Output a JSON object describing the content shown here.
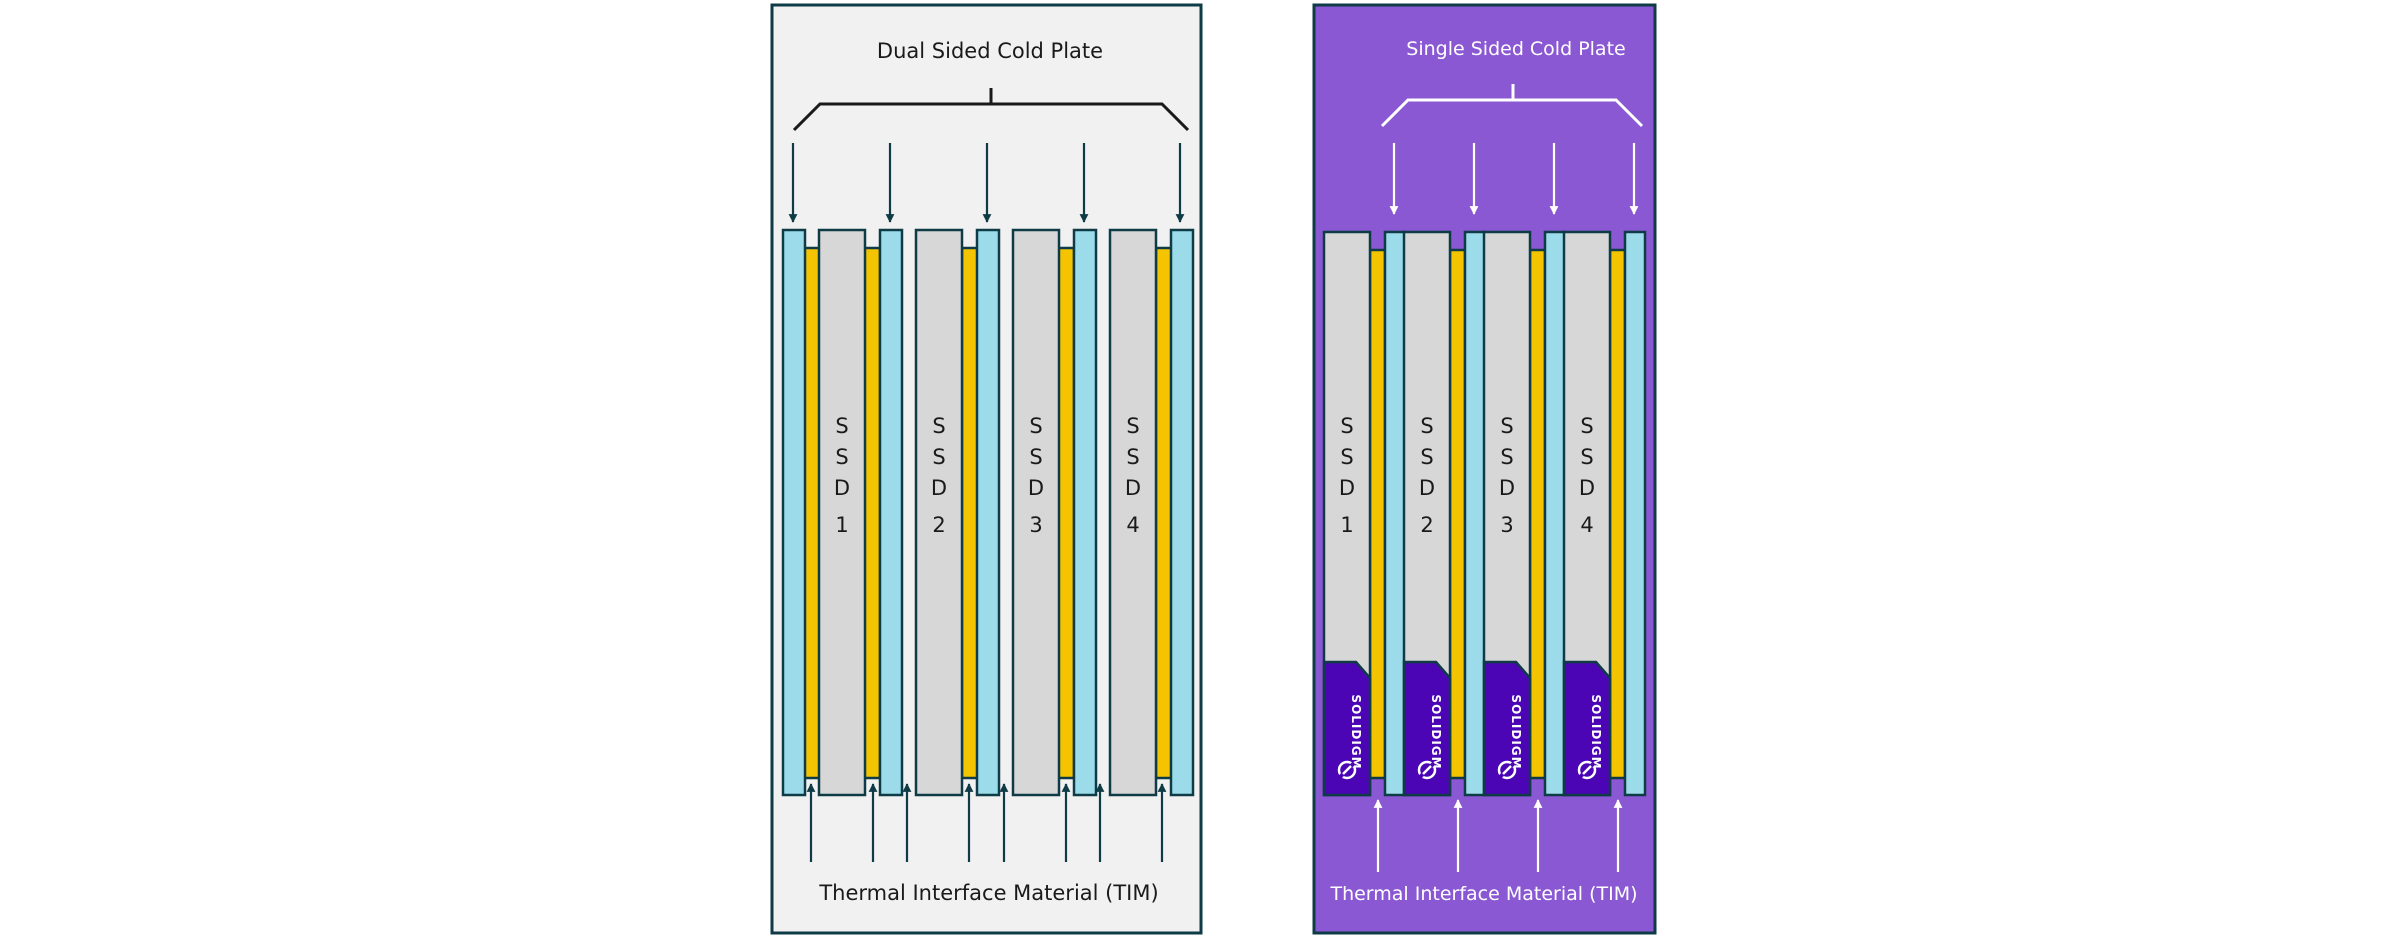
{
  "colors": {
    "panel_outline": "#0e3b46",
    "dual_background": "#f1f1f1",
    "single_background": "#8b58d3",
    "cold_plate": "#9cdcea",
    "tim": "#f5c400",
    "ssd": "#d7d7d7",
    "brand_tag": "#4b05b5",
    "dark_line": "#0e3b46",
    "light_line": "#ffffff"
  },
  "dual": {
    "title": "Dual Sided Cold Plate",
    "tim_label": "Thermal Interface Material (TIM)",
    "ssds": [
      {
        "letters": [
          "S",
          "S",
          "D"
        ],
        "number": "1"
      },
      {
        "letters": [
          "S",
          "S",
          "D"
        ],
        "number": "2"
      },
      {
        "letters": [
          "S",
          "S",
          "D"
        ],
        "number": "3"
      },
      {
        "letters": [
          "S",
          "S",
          "D"
        ],
        "number": "4"
      }
    ]
  },
  "single": {
    "title": "Single Sided Cold Plate",
    "tim_label": "Thermal Interface Material (TIM)",
    "brand": "SOLIDIGM",
    "brand_icon": "solidigm-logo-icon",
    "ssds": [
      {
        "letters": [
          "S",
          "S",
          "D"
        ],
        "number": "1"
      },
      {
        "letters": [
          "S",
          "S",
          "D"
        ],
        "number": "2"
      },
      {
        "letters": [
          "S",
          "S",
          "D"
        ],
        "number": "3"
      },
      {
        "letters": [
          "S",
          "S",
          "D"
        ],
        "number": "4"
      }
    ]
  }
}
